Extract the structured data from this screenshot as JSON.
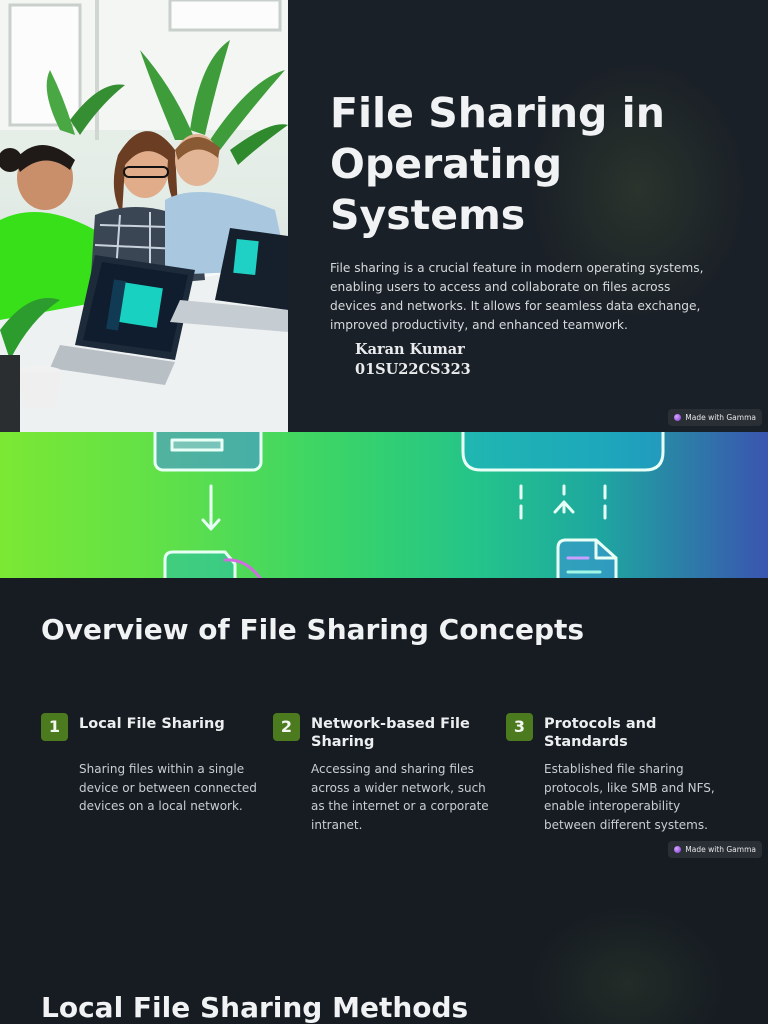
{
  "slide1": {
    "title": "File Sharing in Operating Systems",
    "intro": "File sharing is a crucial feature in modern operating systems, enabling users to access and collaborate on files across devices and networks. It allows for seamless data exchange, improved productivity, and enhanced teamwork.",
    "author_name": "Karan Kumar",
    "author_id": "01SU22CS323",
    "badge": "Made with Gamma"
  },
  "slide2": {
    "title": "Overview of File Sharing Concepts",
    "cards": [
      {
        "number": "1",
        "title": "Local File Sharing",
        "desc": "Sharing files within a single device or between connected devices on a local network."
      },
      {
        "number": "2",
        "title": "Network-based File Sharing",
        "desc": "Accessing and sharing files across a wider network, such as the internet or a corporate intranet."
      },
      {
        "number": "3",
        "title": "Protocols and Standards",
        "desc": "Established file sharing protocols, like SMB and NFS, enable interoperability between different systems."
      }
    ],
    "badge": "Made with Gamma"
  },
  "slide3": {
    "title": "Local File Sharing Methods"
  },
  "colors": {
    "background": "#161c22",
    "accent_number": "#4b7a1f",
    "banner_start": "#7be834",
    "banner_end": "#3a55b0"
  }
}
